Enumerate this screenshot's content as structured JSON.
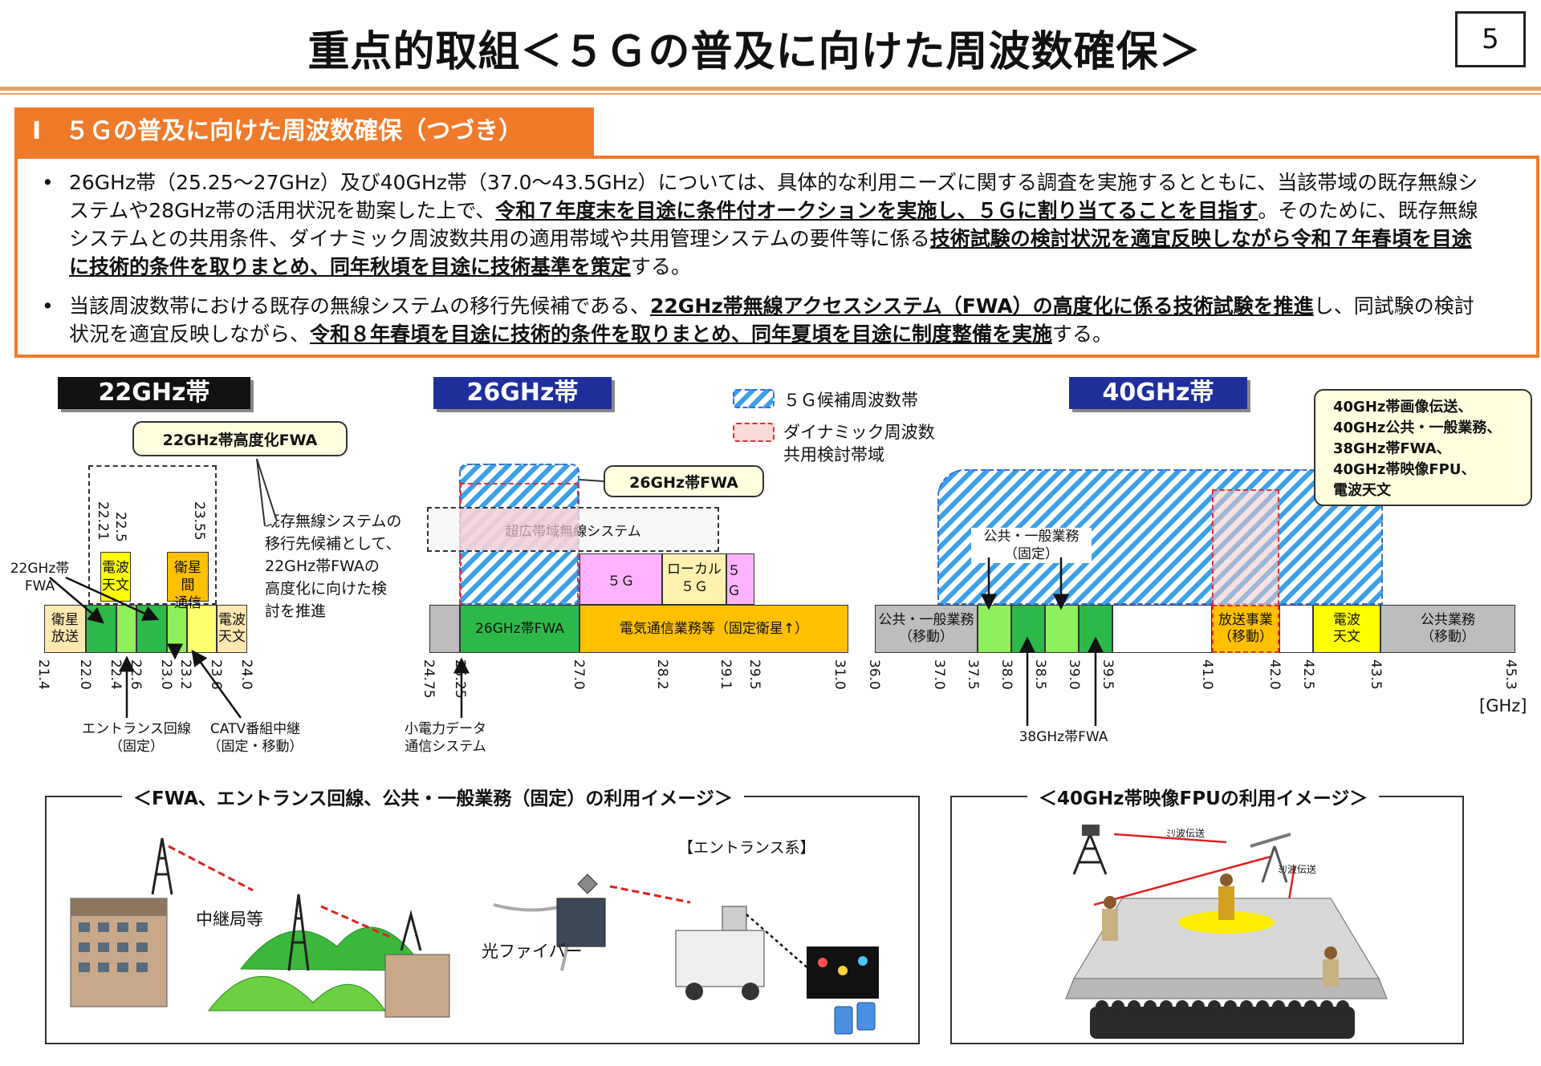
{
  "header": {
    "title": "重点的取組＜５Ｇの普及に向けた周波数確保＞",
    "page": "5"
  },
  "section": {
    "heading": "Ⅰ　５Ｇの普及に向けた周波数確保（つづき）"
  },
  "bullets": [
    {
      "p1": "26GHz帯（25.25～27GHz）及び40GHz帯（37.0～43.5GHz）については、具体的な利用ニーズに関する調査を実施するとともに、当該帯域の既存無線システムや28GHz帯の活用状況を勘案した上で、",
      "u1": "令和７年度末を目途に条件付オークションを実施し、５Ｇに割り当てることを目指す",
      "p2": "。そのために、既存無線システムとの共用条件、ダイナミック周波数共用の適用帯域や共用管理システムの要件等に係る",
      "u2": "技術試験の検討状況を適宜反映しながら令和７年春頃を目途に技術的条件を取りまとめ、同年秋頃を目途に技術基準を策定",
      "p3": "する。"
    },
    {
      "p1": "当該周波数帯における既存の無線システムの移行先候補である、",
      "u1": "22GHz帯無線アクセスシステム（FWA）の高度化に係る技術試験を推進",
      "p2": "し、同試験の検討状況を適宜反映しながら、",
      "u2": "令和８年春頃を目途に技術的条件を取りまとめ、同年夏頃を目途に制度整備を実施",
      "p3": "する。"
    }
  ],
  "legend": {
    "candidate": "５Ｇ候補周波数帯",
    "dynamic_l1": "ダイナミック周波数",
    "dynamic_l2": "共用検討帯域"
  },
  "band22": {
    "label": "22GHz帯",
    "callout": "22GHz帯高度化FWA",
    "fwa_l1": "22GHz帯",
    "fwa_l2": "FWA",
    "sat_l1": "衛星",
    "sat_l2": "放送",
    "ra_l1": "電波",
    "ra_l2": "天文",
    "intersat_l1": "衛星間",
    "intersat_l2": "通信",
    "ra2_l1": "電波",
    "ra2_l2": "天文",
    "vtick1": "22.21",
    "vtick2": "22.5",
    "vtick3": "23.55",
    "ticks": [
      "21.4",
      "22.0",
      "22.4",
      "22.6",
      "23.0",
      "23.2",
      "23.6",
      "24.0"
    ],
    "entrance_l1": "エントランス回線",
    "entrance_l2": "（固定）",
    "catv_l1": "CATV番組中継",
    "catv_l2": "（固定・移動）",
    "note": [
      "既存無線システムの",
      "移行先候補として、",
      "22GHz帯FWAの",
      "高度化に向けた検",
      "討を推進"
    ]
  },
  "band26": {
    "label": "26GHz帯",
    "callout": "26GHz帯FWA",
    "uwb": "超広帯域無線システム",
    "g5": "５Ｇ",
    "local_l1": "ローカル",
    "local_l2": "５Ｇ",
    "g5b": "５Ｇ",
    "fwa": "26GHz帯FWA",
    "telecom": "電気通信業務等（固定衛星↑）",
    "ticks": [
      "24.75",
      "25.25",
      "27.0",
      "28.2",
      "29.1",
      "29.5",
      "31.0"
    ],
    "lowpower_l1": "小電力データ",
    "lowpower_l2": "通信システム"
  },
  "band40": {
    "label": "40GHz帯",
    "callout": [
      "40GHz帯画像伝送、",
      "40GHz公共・一般業務、",
      "38GHz帯FWA、",
      "40GHz帯映像FPU、",
      "電波天文"
    ],
    "public_l1": "公共・一般業務",
    "public_l2": "（移動）",
    "fixed_l1": "公共・一般業務",
    "fixed_l2": "（固定）",
    "broadcast_l1": "放送事業",
    "broadcast_l2": "（移動）",
    "ra_l1": "電波",
    "ra_l2": "天文",
    "public2_l1": "公共業務",
    "public2_l2": "（移動）",
    "ticks": [
      "36.0",
      "37.0",
      "37.5",
      "38.0",
      "38.5",
      "39.0",
      "39.5",
      "41.0",
      "42.0",
      "42.5",
      "43.5",
      "45.3"
    ],
    "unit": "[GHz]",
    "fwa38": "38GHz帯FWA"
  },
  "panel1": {
    "title": "＜FWA、エントランス回線、公共・一般業務（固定）の利用イメージ＞",
    "relay": "中継局等",
    "entrance": "【エントランス系】",
    "fiber": "光ファイバー"
  },
  "panel2": {
    "title": "＜40GHz帯映像FPUの利用イメージ＞",
    "mw1": "ﾐﾘ波伝送",
    "mw2": "ﾐﾘ波伝送"
  }
}
